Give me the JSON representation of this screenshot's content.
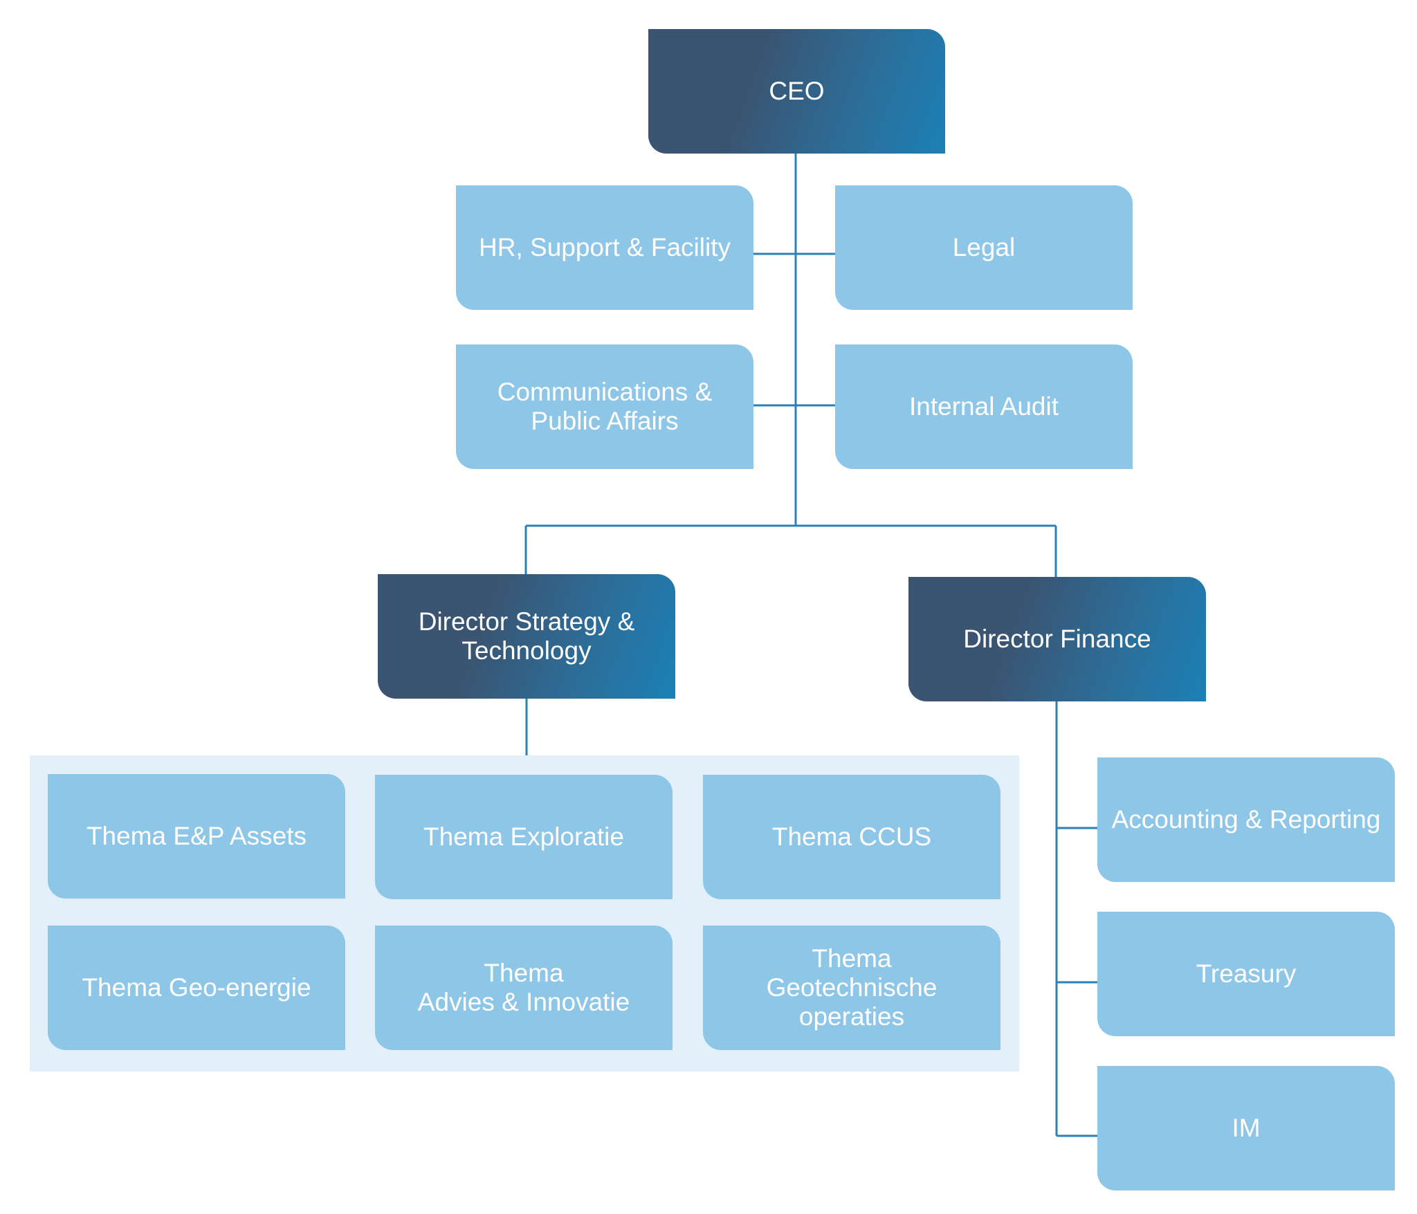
{
  "org_chart": {
    "ceo": "CEO",
    "staff": {
      "hr": "HR, Support & Facility",
      "legal": "Legal",
      "communications": "Communications &\nPublic Affairs",
      "internal_audit": "Internal Audit"
    },
    "directors": {
      "strategy": "Director Strategy &\nTechnology",
      "finance": "Director Finance"
    },
    "themes": {
      "ep_assets": "Thema E&P Assets",
      "exploratie": "Thema Exploratie",
      "ccus": "Thema CCUS",
      "geo_energie": "Thema Geo-energie",
      "advies": "Thema\nAdvies & Innovatie",
      "geotechnische": "Thema\nGeotechnische operaties"
    },
    "finance_units": {
      "accounting": "Accounting & Reporting",
      "treasury": "Treasury",
      "im": "IM"
    }
  },
  "colors": {
    "light_box": "#8ec6e8",
    "dark_box_start": "#3a5471",
    "dark_box_end": "#1b80b6",
    "connector": "#2e7fb4",
    "panel": "#e3f0f9"
  }
}
